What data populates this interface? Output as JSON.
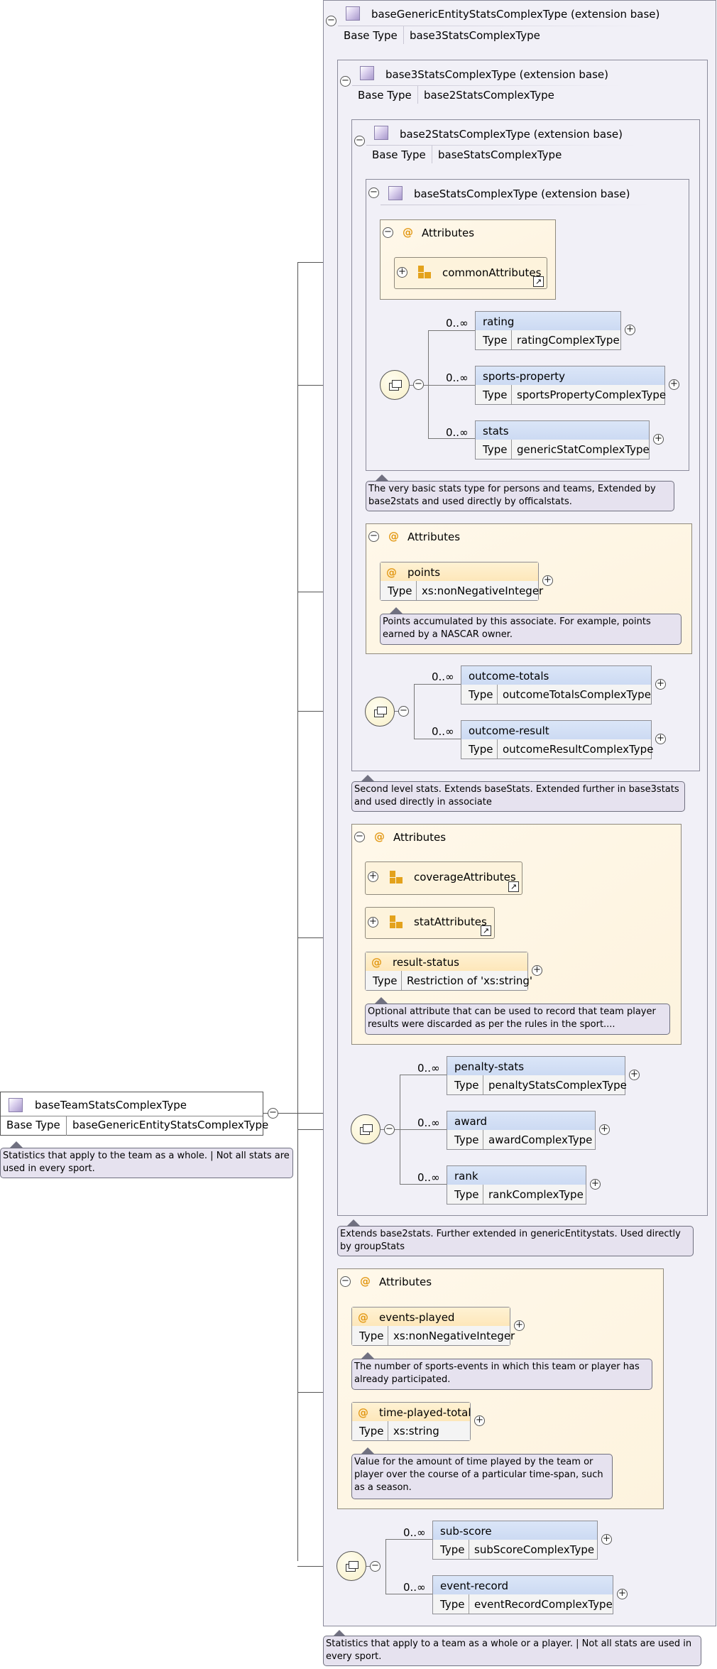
{
  "root": {
    "name": "baseTeamStatsComplexType",
    "base_label": "Base Type",
    "base_type": "baseGenericEntityStatsComplexType",
    "note": "Statistics that apply to the team as a whole. | Not all stats are used in every sport."
  },
  "ext1": {
    "title": "baseGenericEntityStatsComplexType (extension base)",
    "base_label": "Base Type",
    "base_type": "base3StatsComplexType",
    "note": "Statistics that apply to a team as a whole or a player. | Not all stats are used in every sport."
  },
  "ext2": {
    "title": "base3StatsComplexType (extension base)",
    "base_label": "Base Type",
    "base_type": "base2StatsComplexType",
    "note": "Extends base2stats. Further extended in genericEntitystats. Used directly by groupStats"
  },
  "ext3": {
    "title": "base2StatsComplexType (extension base)",
    "base_label": "Base Type",
    "base_type": "baseStatsComplexType",
    "note": "Second level stats. Extends baseStats. Extended further in base3stats and used directly in associate"
  },
  "ext4": {
    "title": "baseStatsComplexType (extension base)",
    "note": "The very basic stats type for persons and teams, Extended by base2stats and used directly by officalstats."
  },
  "attrs_label": "Attributes",
  "type_label": "Type",
  "at_symbol": "@",
  "many": "0..∞",
  "ext4_attrs": {
    "group": "commonAttributes"
  },
  "ext4_elements": [
    {
      "name": "rating",
      "type": "ratingComplexType"
    },
    {
      "name": "sports-property",
      "type": "sportsPropertyComplexType"
    },
    {
      "name": "stats",
      "type": "genericStatComplexType"
    }
  ],
  "ext3_attrs": {
    "points": {
      "name": "points",
      "type": "xs:nonNegativeInteger",
      "note": "Points accumulated by this associate. For example, points earned by a NASCAR owner."
    }
  },
  "ext3_elements": [
    {
      "name": "outcome-totals",
      "type": "outcomeTotalsComplexType"
    },
    {
      "name": "outcome-result",
      "type": "outcomeResultComplexType"
    }
  ],
  "ext2_attrs": {
    "group1": "coverageAttributes",
    "group2": "statAttributes",
    "result_status": {
      "name": "result-status",
      "type": "Restriction of 'xs:string'",
      "note": "Optional attribute that can be used to record that team player results were discarded as per the rules in the sport...."
    }
  },
  "ext2_elements": [
    {
      "name": "penalty-stats",
      "type": "penaltyStatsComplexType"
    },
    {
      "name": "award",
      "type": "awardComplexType"
    },
    {
      "name": "rank",
      "type": "rankComplexType"
    }
  ],
  "ext1_attrs": {
    "events_played": {
      "name": "events-played",
      "type": "xs:nonNegativeInteger",
      "note": "The number of sports-events in which this team or player has already participated."
    },
    "time_played": {
      "name": "time-played-total",
      "type": "xs:string",
      "note": "Value for the amount of time played by the team or player over the course of a particular time-span, such as a season."
    }
  },
  "ext1_elements": [
    {
      "name": "sub-score",
      "type": "subScoreComplexType"
    },
    {
      "name": "event-record",
      "type": "eventRecordComplexType"
    }
  ]
}
